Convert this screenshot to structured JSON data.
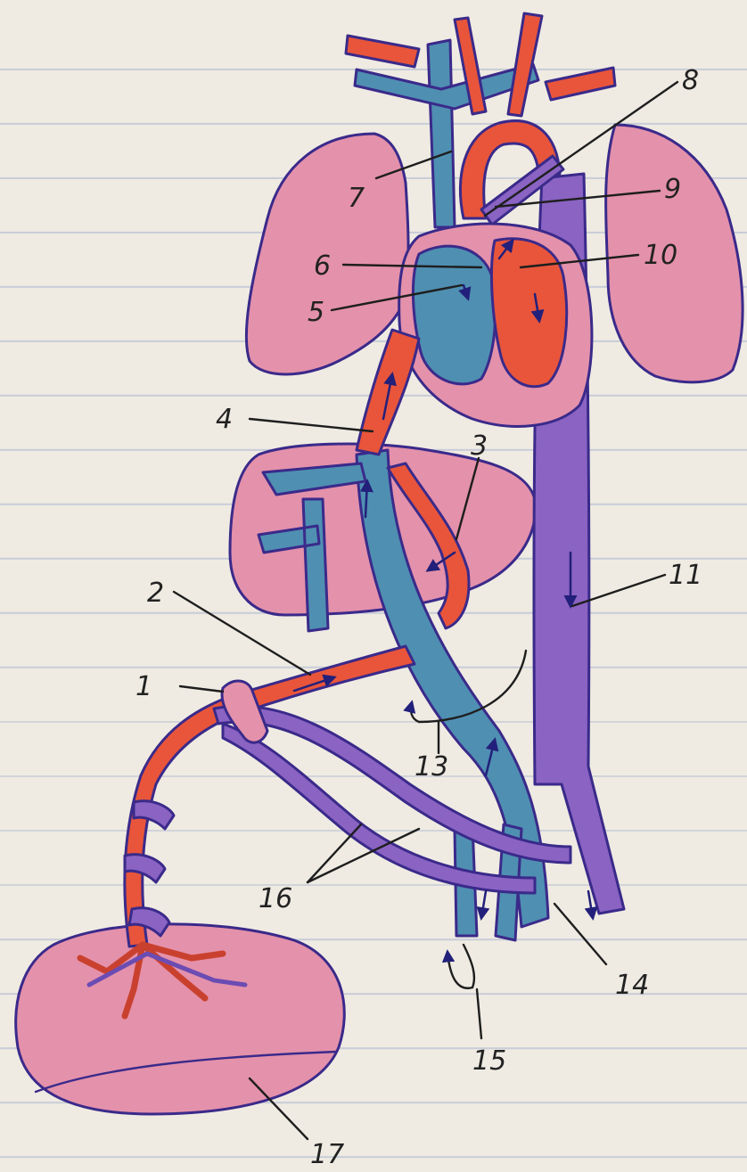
{
  "diagram": {
    "labels": [
      {
        "id": "1",
        "text": "1"
      },
      {
        "id": "2",
        "text": "2"
      },
      {
        "id": "3",
        "text": "3"
      },
      {
        "id": "4",
        "text": "4"
      },
      {
        "id": "5",
        "text": "5"
      },
      {
        "id": "6",
        "text": "6"
      },
      {
        "id": "7",
        "text": "7"
      },
      {
        "id": "8",
        "text": "8"
      },
      {
        "id": "9",
        "text": "9"
      },
      {
        "id": "10",
        "text": "10"
      },
      {
        "id": "11",
        "text": "11"
      },
      {
        "id": "13",
        "text": "13"
      },
      {
        "id": "14",
        "text": "14"
      },
      {
        "id": "15",
        "text": "15"
      },
      {
        "id": "16",
        "text": "16"
      },
      {
        "id": "17",
        "text": "17"
      }
    ],
    "colors": {
      "deoxygenated": "#4f8fb2",
      "oxygenated": "#e8553b",
      "mixed": "#8a63c3",
      "organ": "#e491ab",
      "outline": "#3a2a8a",
      "paper": "#efebe2",
      "ruling": "#c9cdd8"
    }
  }
}
